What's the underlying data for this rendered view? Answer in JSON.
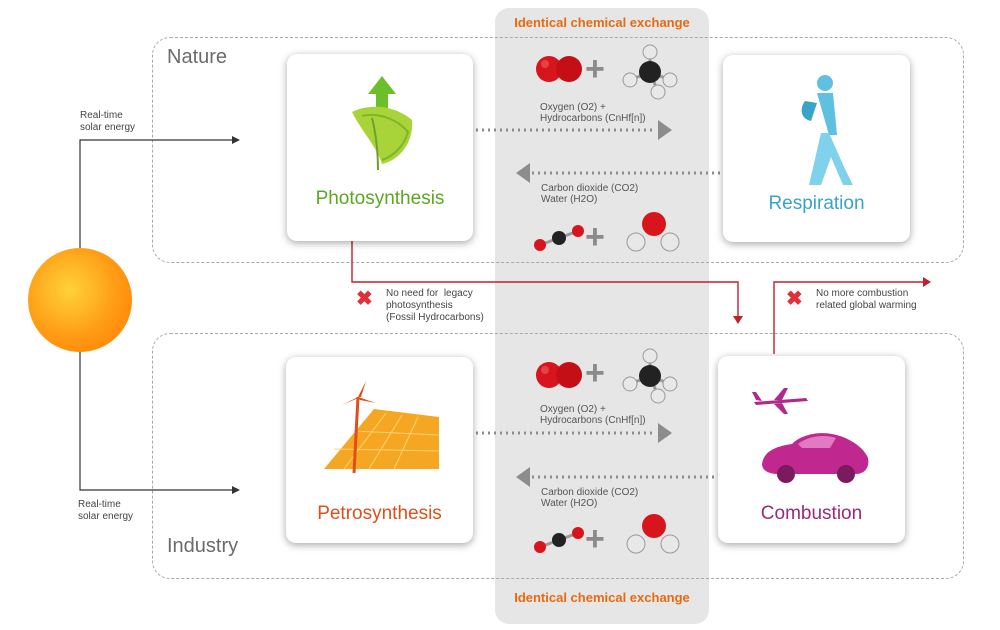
{
  "band": {
    "title_top": "Identical chemical exchange",
    "title_bottom": "Identical chemical exchange"
  },
  "regions": {
    "nature": "Nature",
    "industry": "Industry"
  },
  "sun_inputs": {
    "top": "Real-time\nsolar energy",
    "bottom": "Real-time\nsolar energy"
  },
  "cards": {
    "photosynthesis": {
      "label": "Photosynthesis",
      "color": "#5aa820"
    },
    "respiration": {
      "label": "Respiration",
      "color": "#3aa3c8"
    },
    "petrosynthesis": {
      "label": "Petrosynthesis",
      "color": "#e04e1a"
    },
    "combustion": {
      "label": "Combustion",
      "color": "#9a2a7c"
    }
  },
  "exchange": {
    "forward": "Oxygen (O2) +\nHydrocarbons (CnHf[n])",
    "backward": "Carbon dioxide (CO2)\nWater (H2O)"
  },
  "notes": {
    "no_legacy": "No need for  legacy\nphotosynthesis\n(Fossil Hydrocarbons)",
    "no_combustion": "No more combustion\nrelated global warming"
  },
  "colors": {
    "arrow_red": "#c0202a",
    "accent_orange": "#e86a10"
  }
}
